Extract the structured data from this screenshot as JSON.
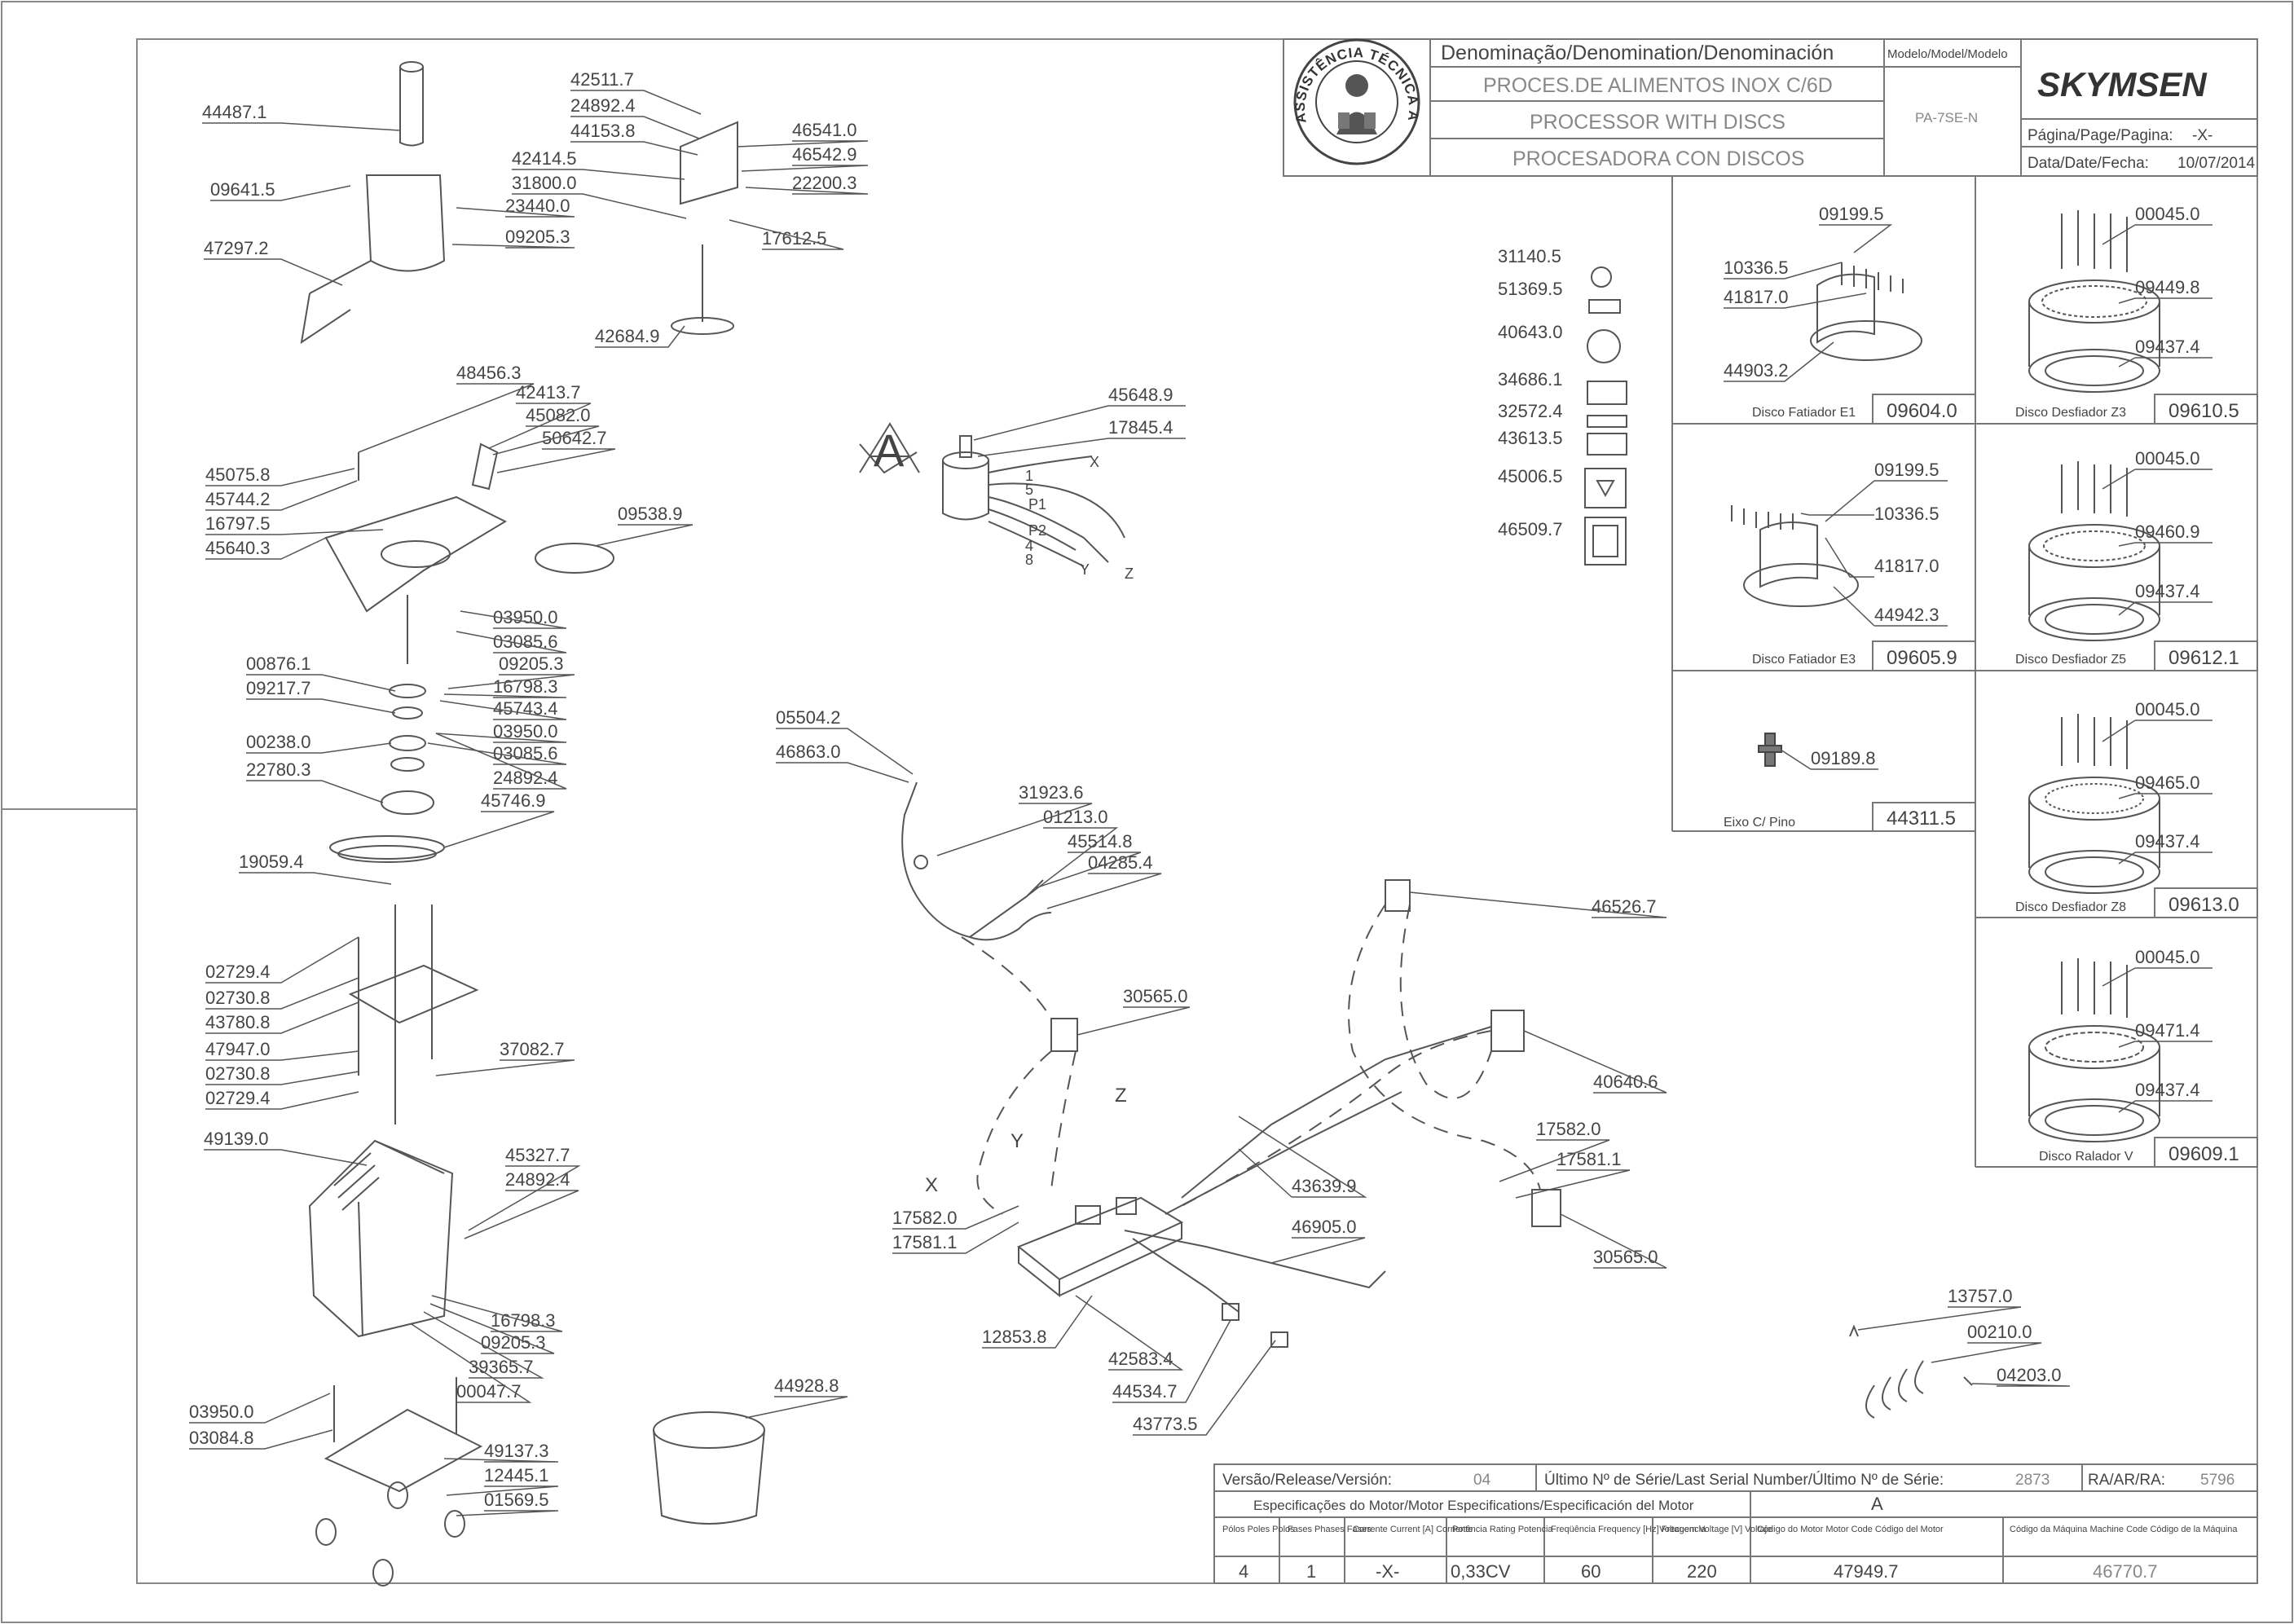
{
  "title_block": {
    "denomination_header": "Denominação/Denomination/Denominación",
    "model_header": "Modelo/Model/Modelo",
    "name_pt": "PROCES.DE ALIMENTOS INOX C/6D",
    "name_en": "PROCESSOR WITH DISCS",
    "name_es": "PROCESADORA CON DISCOS",
    "model": "PA-7SE-N",
    "brand": "SKYMSEN",
    "page_label": "Página/Page/Pagina:",
    "page_value": "-X-",
    "date_label": "Data/Date/Fecha:",
    "date_value": "10/07/2014",
    "seal_text": "ASSISTÊNCIA TÉCNICA AUTORIZADA"
  },
  "discs": [
    {
      "name": "Disco Fatiador E1",
      "code": "09604.0",
      "parts": [
        "09199.5",
        "10336.5",
        "41817.0",
        "44903.2"
      ]
    },
    {
      "name": "Disco Desfiador Z3",
      "code": "09610.5",
      "parts": [
        "00045.0",
        "09449.8",
        "09437.4"
      ]
    },
    {
      "name": "Disco Fatiador E3",
      "code": "09605.9",
      "parts": [
        "09199.5",
        "10336.5",
        "41817.0",
        "44942.3"
      ]
    },
    {
      "name": "Disco Desfiador Z5",
      "code": "09612.1",
      "parts": [
        "00045.0",
        "09460.9",
        "09437.4"
      ]
    },
    {
      "name": "Eixo C/ Pino",
      "code": "44311.5",
      "parts": [
        "09189.8"
      ]
    },
    {
      "name": "Disco Desfiador Z8",
      "code": "09613.0",
      "parts": [
        "00045.0",
        "09465.0",
        "09437.4"
      ]
    },
    {
      "name": "Disco Ralador V",
      "code": "09609.1",
      "parts": [
        "00045.0",
        "09471.4",
        "09437.4"
      ]
    }
  ],
  "labels_stickers": [
    "31140.5",
    "51369.5",
    "40643.0",
    "34686.1",
    "32572.4",
    "43613.5",
    "45006.5",
    "46509.7"
  ],
  "left_parts": [
    "44487.1",
    "09641.5",
    "47297.2",
    "42511.7",
    "24892.4",
    "44153.8",
    "42414.5",
    "31800.0",
    "23440.0",
    "09205.3",
    "46541.0",
    "46542.9",
    "22200.3",
    "17612.5",
    "42684.9",
    "48456.3",
    "42413.7",
    "45082.0",
    "50642.7",
    "45075.8",
    "45744.2",
    "16797.5",
    "45640.3",
    "09538.9",
    "03950.0",
    "03085.6",
    "00876.1",
    "09217.7",
    "09205.3",
    "16798.3",
    "45743.4",
    "03950.0",
    "03085.6",
    "00238.0",
    "22780.3",
    "24892.4",
    "45746.9",
    "19059.4",
    "02729.4",
    "02730.8",
    "43780.8",
    "47947.0",
    "02730.8",
    "02729.4",
    "37082.7",
    "49139.0",
    "45327.7",
    "24892.4",
    "16798.3",
    "09205.3",
    "39365.7",
    "00047.7",
    "03950.0",
    "03084.8",
    "49137.3",
    "12445.1",
    "01569.5",
    "44928.8"
  ],
  "motor_parts": [
    "45648.9",
    "17845.4"
  ],
  "motor_letter": "A",
  "motor_wires": [
    "1",
    "5",
    "P1",
    "P2",
    "4",
    "8"
  ],
  "motor_ends": [
    "X",
    "Y",
    "Z"
  ],
  "electrical_parts": [
    "05504.2",
    "46863.0",
    "31923.6",
    "01213.0",
    "45514.8",
    "04285.4",
    "46526.7",
    "30565.0",
    "40640.6",
    "17582.0",
    "17581.1",
    "43639.9",
    "30565.0",
    "46905.0",
    "17582.0",
    "17581.1",
    "12853.8",
    "42583.4",
    "44534.7",
    "43773.5"
  ],
  "electrical_letters": [
    "X",
    "Y",
    "Z"
  ],
  "spring_parts": [
    "13757.0",
    "00210.0",
    "04203.0"
  ],
  "bottom_table": {
    "version_label": "Versão/Release/Versión:",
    "version_value": "04",
    "serial_label": "Último Nº de Série/Last Serial Number/Último Nº de Série:",
    "serial_value": "2873",
    "ra_label": "RA/AR/RA:",
    "ra_value": "5796",
    "spec_header": "Especificações do Motor/Motor Especifications/Especificación del Motor",
    "spec_motor_letter": "A",
    "columns": [
      {
        "h": "Pólos Poles Polos",
        "v": "4"
      },
      {
        "h": "Fases Phases Fases",
        "v": "1"
      },
      {
        "h": "Corrente Current [A] Corriente",
        "v": "-X-"
      },
      {
        "h": "Potência Rating Potencia",
        "v": "0,33CV"
      },
      {
        "h": "Freqüência Frequency [Hz] Frecuencia",
        "v": "60"
      },
      {
        "h": "Voltagem Voltage [V] Voltaje",
        "v": "220"
      },
      {
        "h": "Código do Motor Motor Code Código del Motor",
        "v": "47949.7"
      },
      {
        "h": "Código da Máquina Machine Code Código de la Máquina",
        "v": "46770.7"
      }
    ]
  }
}
